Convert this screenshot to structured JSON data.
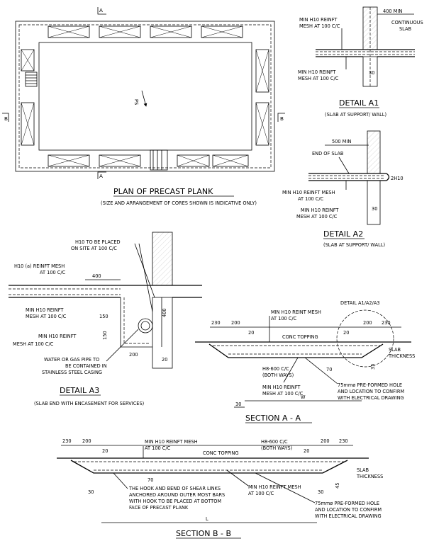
{
  "plan": {
    "title": "PLAN OF PRECAST PLANK",
    "note": "(SIZE AND ARRANGEMENT OF CORES SHOWN IS INDICATIVE ONLY)",
    "sec_a": "A",
    "sec_b": "B",
    "ps": "PS"
  },
  "detail_a1": {
    "title": "DETAIL A1",
    "sub": "(SLAB AT SUPPORT/ WALL)",
    "dim_top": "400 MIN",
    "label_top_1": "MIN H10 REINFT",
    "label_top_2": "MESH AT 100 C/C",
    "label_cont_1": "CONTINUOUS",
    "label_cont_2": "SLAB",
    "label_bot_1": "MIN H10 REINFT",
    "label_bot_2": "MESH AT 100 C/C",
    "dim_30": "30"
  },
  "detail_a2": {
    "title": "DETAIL A2",
    "sub": "(SLAB AT SUPPORT/ WALL)",
    "dim_top": "500 MIN",
    "label_end": "END OF SLAB",
    "label_2h10": "2H10",
    "label_m1_1": "MIN H10 REINFT MESH",
    "label_m1_2": "AT 100 C/C",
    "label_m2_1": "MIN H10 REINFT",
    "label_m2_2": "MESH AT 100 C/C",
    "dim_30": "30"
  },
  "detail_a3": {
    "title": "DETAIL A3",
    "sub": "(SLAB END WITH ENCASEMENT FOR SERVICES)",
    "label_h10_1": "H10 TO BE PLACED",
    "label_h10_2": "ON SITE AT 100 C/C",
    "label_mesh_1": "H10 (a) REINFT MESH",
    "label_mesh_2": "AT 100 C/C",
    "dim_400": "400",
    "dim_400v": "400",
    "label_m1_1": "MIN H10 REINFT",
    "label_m1_2": "MESH AT 100 C/C",
    "label_m2_1": "MIN H10 REINFT",
    "label_m2_2": "MESH AT 100 C/C",
    "dim_150a": "150",
    "dim_150b": "150",
    "dim_200": "200",
    "dim_20": "20",
    "label_pipe_1": "WATER OR GAS PIPE TO",
    "label_pipe_2": "BE CONTAINED IN",
    "label_pipe_3": "STAINLESS STEEL CASING"
  },
  "section_aa": {
    "title": "SECTION A - A",
    "detail_ref": "DETAIL A1/A2/A3",
    "dim_230a": "230",
    "dim_200a": "200",
    "dim_20a": "20",
    "dim_20b": "20",
    "dim_200b": "200",
    "dim_230b": "230",
    "label_mesh_1": "MIN H10 REINT MESH",
    "label_mesh_2": "AT 100 C/C",
    "label_topping": "CONC TOPPING",
    "label_slab_1": "SLAB",
    "label_slab_2": "THICKNESS",
    "label_h8_1": "H8-600 C/C",
    "label_h8_2": "(BOTH WAYS)",
    "dim_70": "70",
    "dim_35": "35",
    "label_min_1": "MIN H10 REINFT",
    "label_min_2": "MESH AT 100 C/C",
    "label_hole_1": "75mmø PRE-FORMED HOLE",
    "label_hole_2": "AND LOCATION TO CONFIRM",
    "label_hole_3": "WITH ELECTRICAL DRAWING",
    "dim_w": "W",
    "dim_30": "30"
  },
  "section_bb": {
    "title": "SECTION B - B",
    "dim_230a": "230",
    "dim_200a": "200",
    "dim_20a": "20",
    "label_mesh_1": "MIN H10 REINFT MESH",
    "label_mesh_2": "AT 100 C/C",
    "label_topping": "CONC TOPPING",
    "label_h8_1": "H8-600 C/C",
    "label_h8_2": "(BOTH WAYS)",
    "dim_20b": "20",
    "dim_200b": "200",
    "dim_230b": "230",
    "label_slab_1": "SLAB",
    "label_slab_2": "THICKNESS",
    "dim_70": "70",
    "dim_45": "45",
    "dim_30a": "30",
    "dim_30b": "30",
    "label_hook_1": "THE HOOK AND BEND OF SHEAR LINKS",
    "label_hook_2": "ANCHORED AROUND OUTER MOST BARS",
    "label_hook_3": "WITH HOOK TO BE PLACED AT BOTTOM",
    "label_hook_4": "FACE OF PRECAST PLANK",
    "label_min_1": "MIN H10 REINFT MESH",
    "label_min_2": "AT 100 C/C",
    "label_hole_1": "75mmø PRE-FORMED HOLE",
    "label_hole_2": "AND LOCATION TO CONFIRM",
    "label_hole_3": "WITH ELECTRICAL DRAWING",
    "dim_l": "L"
  }
}
